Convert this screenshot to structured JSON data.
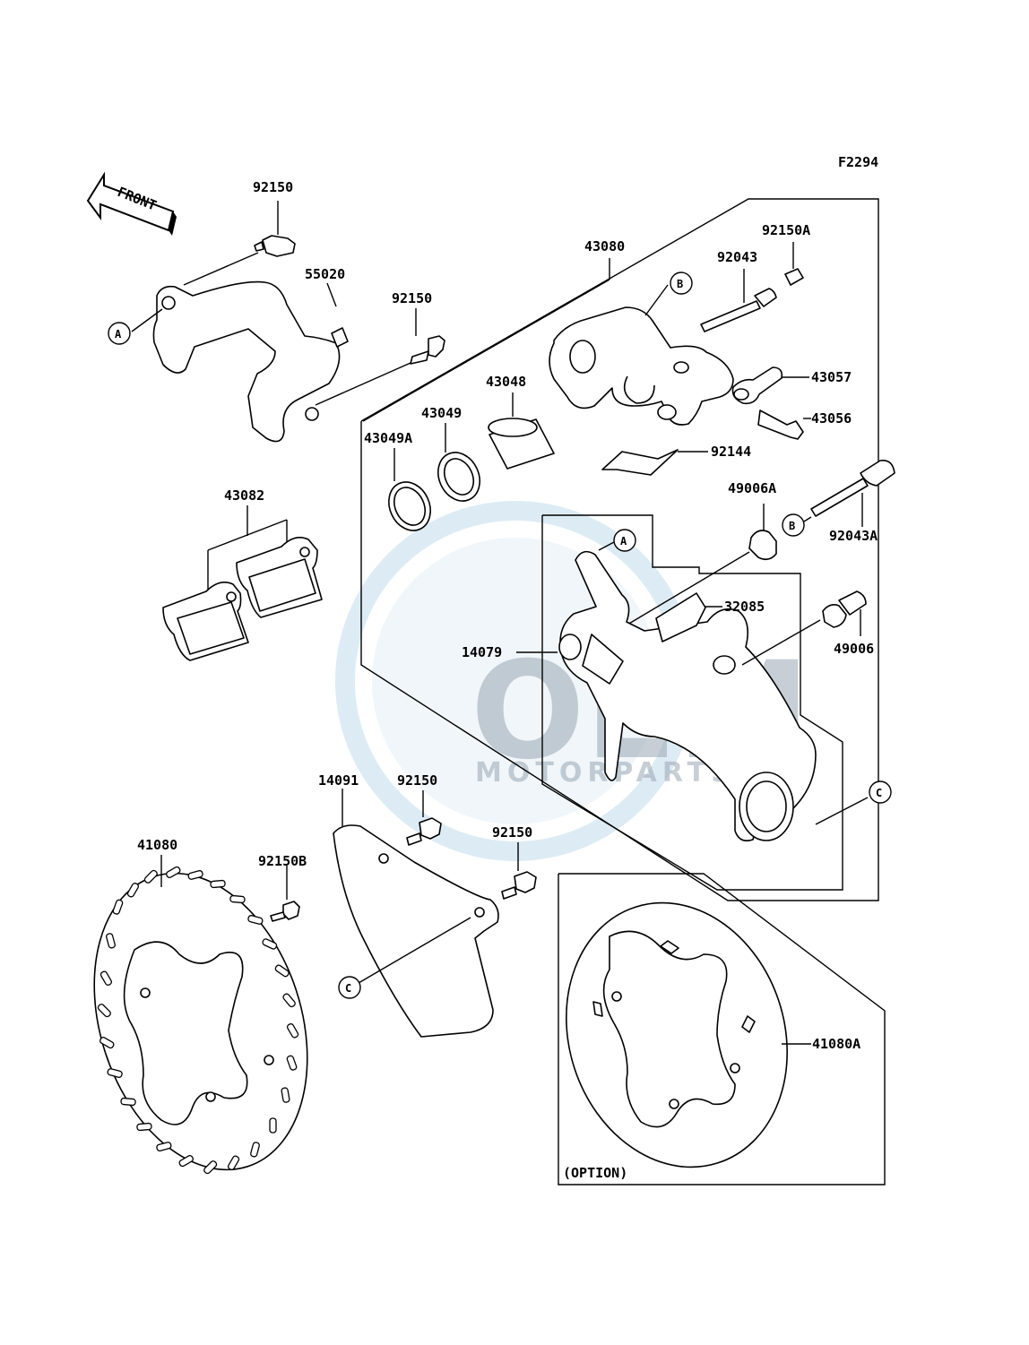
{
  "figure_code": "F2294",
  "front_label": "FRONT",
  "option_label": "(OPTION)",
  "watermark": {
    "main": "OEM",
    "sub": "MOTORPARTS"
  },
  "ref_letters": {
    "a": "A",
    "b": "B",
    "c": "C"
  },
  "parts": {
    "p92150_top": "92150",
    "p55020": "55020",
    "p92150_mid": "92150",
    "p43080": "43080",
    "p92150A": "92150A",
    "p92043": "92043",
    "p43057": "43057",
    "p43056": "43056",
    "p43048": "43048",
    "p43049": "43049",
    "p43049A": "43049A",
    "p92144": "92144",
    "p49006A": "49006A",
    "p92043A": "92043A",
    "p43082": "43082",
    "p32085": "32085",
    "p14079": "14079",
    "p49006": "49006",
    "p14091": "14091",
    "p92150_guard": "92150",
    "p92150_guard2": "92150",
    "p41080": "41080",
    "p92150B": "92150B",
    "p41080A": "41080A"
  }
}
